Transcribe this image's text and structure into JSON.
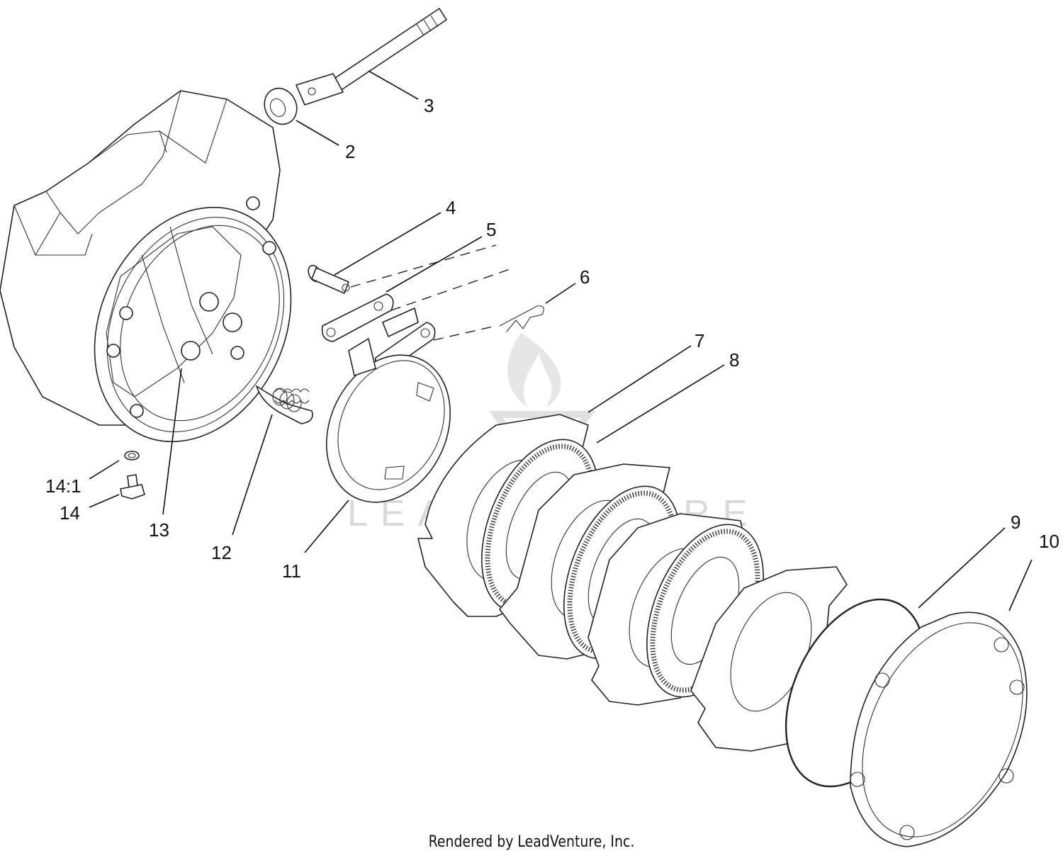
{
  "callouts": {
    "c1": "2",
    "c2": "3",
    "c3": "4",
    "c4": "5",
    "c5": "6",
    "c6": "7",
    "c7": "8",
    "c8": "9",
    "c9": "10",
    "c10": "11",
    "c11": "12",
    "c12": "13",
    "c13": "14:1",
    "c14": "14"
  },
  "watermark": "LEADVENTURE",
  "footer": "Rendered by LeadVenture, Inc."
}
